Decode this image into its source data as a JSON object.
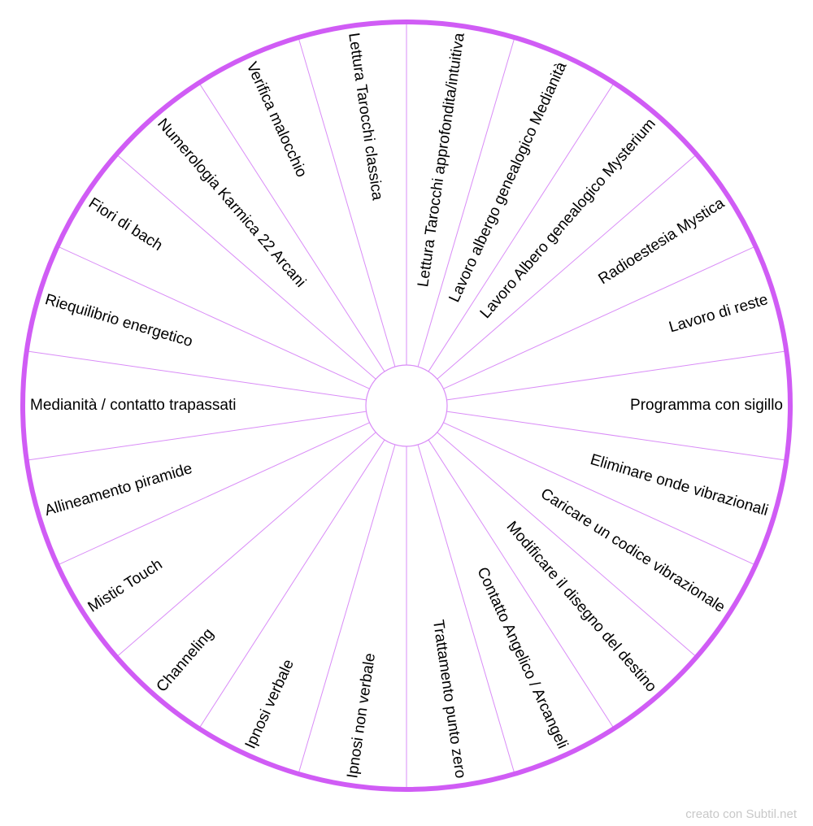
{
  "wheel": {
    "segments": [
      "Lettura Tarocchi approfondita/intuitiva",
      "Lavoro albergo genealogico Medianità",
      "Lavoro Albero genealogico Mysterium",
      "Radioestesia Mystica",
      "Lavoro di reste",
      "Programma con sigillo",
      "Eliminare onde vibrazionali",
      "Caricare un codice vibrazionale",
      "Modificare il disegno del destino",
      "Contatto Angelico / Arcangeli",
      "Trattamento punto zero",
      "Ipnosi non verbale",
      "Ipnosi verbale",
      "Channeling",
      "Mistic Touch",
      "Allineamento piramide",
      "Medianità / contatto trapassati",
      "Riequilibrio energetico",
      "Fiori di bach",
      "Numerologia Karmica 22 Arcani",
      "Verifica malocchio",
      "Lettura Tarocchi classica"
    ],
    "colors": {
      "rim": "#D05CF5",
      "divider": "#D98CF7"
    }
  },
  "footer": {
    "credit": "creato con Subtil.net"
  }
}
